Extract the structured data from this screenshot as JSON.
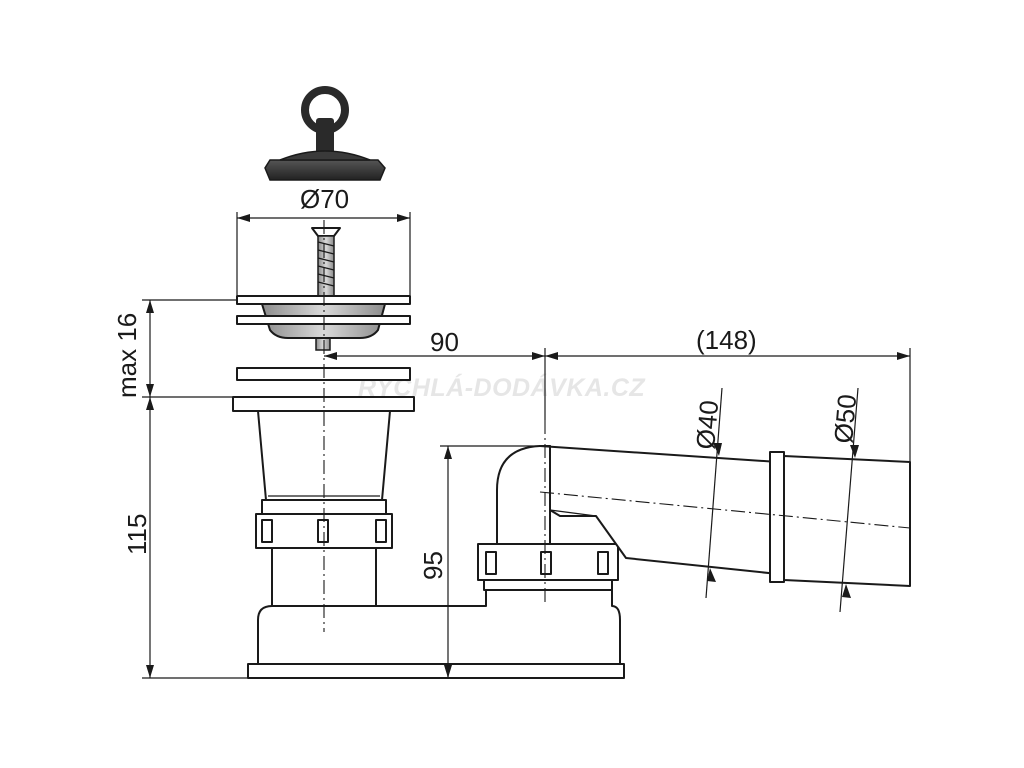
{
  "watermark": "RYCHLÁ-DODÁVKA.CZ",
  "dimensions": {
    "stopper_diameter": "Ø70",
    "max_height": "max 16",
    "offset_horizontal": "90",
    "outlet_length": "(148)",
    "outlet_inner_diameter": "Ø40",
    "outlet_outer_diameter": "Ø50",
    "total_height": "115",
    "outlet_height": "95"
  },
  "colors": {
    "line": "#1a1a1a",
    "stopper": "#333333",
    "metal_grille": "#b8b8b8",
    "watermark": "#e6e6e6"
  }
}
